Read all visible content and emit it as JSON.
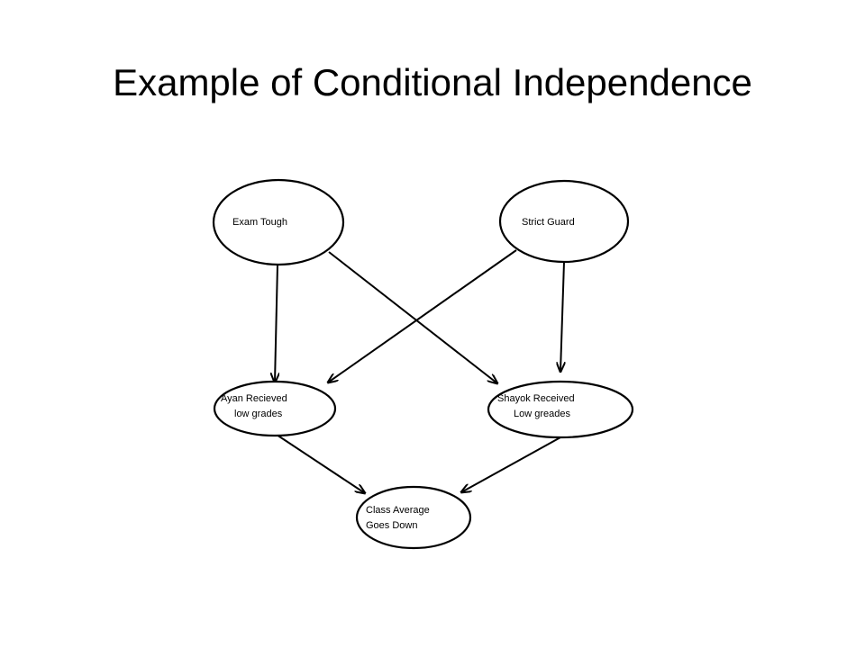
{
  "title": "Example of Conditional Independence",
  "nodes": {
    "exam_tough": {
      "lines": [
        "Exam Tough"
      ]
    },
    "strict_guard": {
      "lines": [
        "Strict Guard"
      ]
    },
    "ayan": {
      "lines": [
        "Ayan Recieved",
        "low grades"
      ]
    },
    "shayok": {
      "lines": [
        "Shayok Received",
        "Low greades"
      ]
    },
    "class_average": {
      "lines": [
        "Class Average",
        "Goes Down"
      ]
    }
  },
  "edges": [
    {
      "from": "exam_tough",
      "to": "ayan"
    },
    {
      "from": "exam_tough",
      "to": "shayok"
    },
    {
      "from": "strict_guard",
      "to": "ayan"
    },
    {
      "from": "strict_guard",
      "to": "shayok"
    },
    {
      "from": "ayan",
      "to": "class_average"
    },
    {
      "from": "shayok",
      "to": "class_average"
    }
  ],
  "colors": {
    "stroke": "#000000",
    "fill": "#ffffff",
    "text": "#000000"
  }
}
